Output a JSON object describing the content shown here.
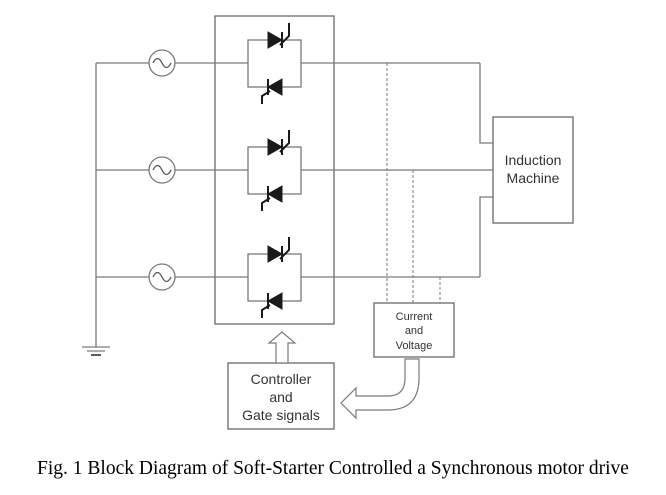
{
  "diagram": {
    "blocks": {
      "induction_machine": {
        "lines": [
          "Induction",
          "Machine"
        ]
      },
      "current_voltage": {
        "lines": [
          "Current",
          "and",
          "Voltage"
        ]
      },
      "controller": {
        "lines": [
          "Controller",
          "and",
          "Gate signals"
        ]
      }
    },
    "phases": [
      {
        "name": "phase-a"
      },
      {
        "name": "phase-b"
      },
      {
        "name": "phase-c"
      }
    ],
    "icons": {
      "source": "ac-source-icon",
      "switch": "anti-parallel-thyristor-icon",
      "ground": "ground-icon"
    }
  },
  "caption": "Fig. 1 Block Diagram of Soft-Starter Controlled a Synchronous motor drive"
}
